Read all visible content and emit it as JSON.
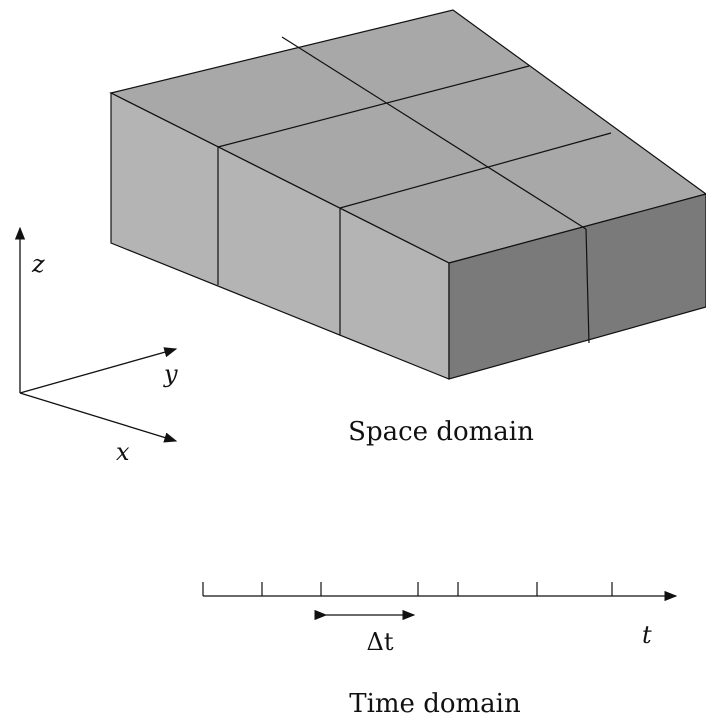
{
  "axes": {
    "x_label": "x",
    "y_label": "y",
    "z_label": "z"
  },
  "space_domain": {
    "caption": "Space domain",
    "grid": "2 x 3 hexahedral elements"
  },
  "time_domain": {
    "caption": "Time domain",
    "axis_label": "t",
    "step_label": "Δt"
  },
  "colors": {
    "top_face": "#a8a8a8",
    "left_face": "#b4b4b4",
    "front_face": "#7a7a7a",
    "edge": "#111111"
  }
}
